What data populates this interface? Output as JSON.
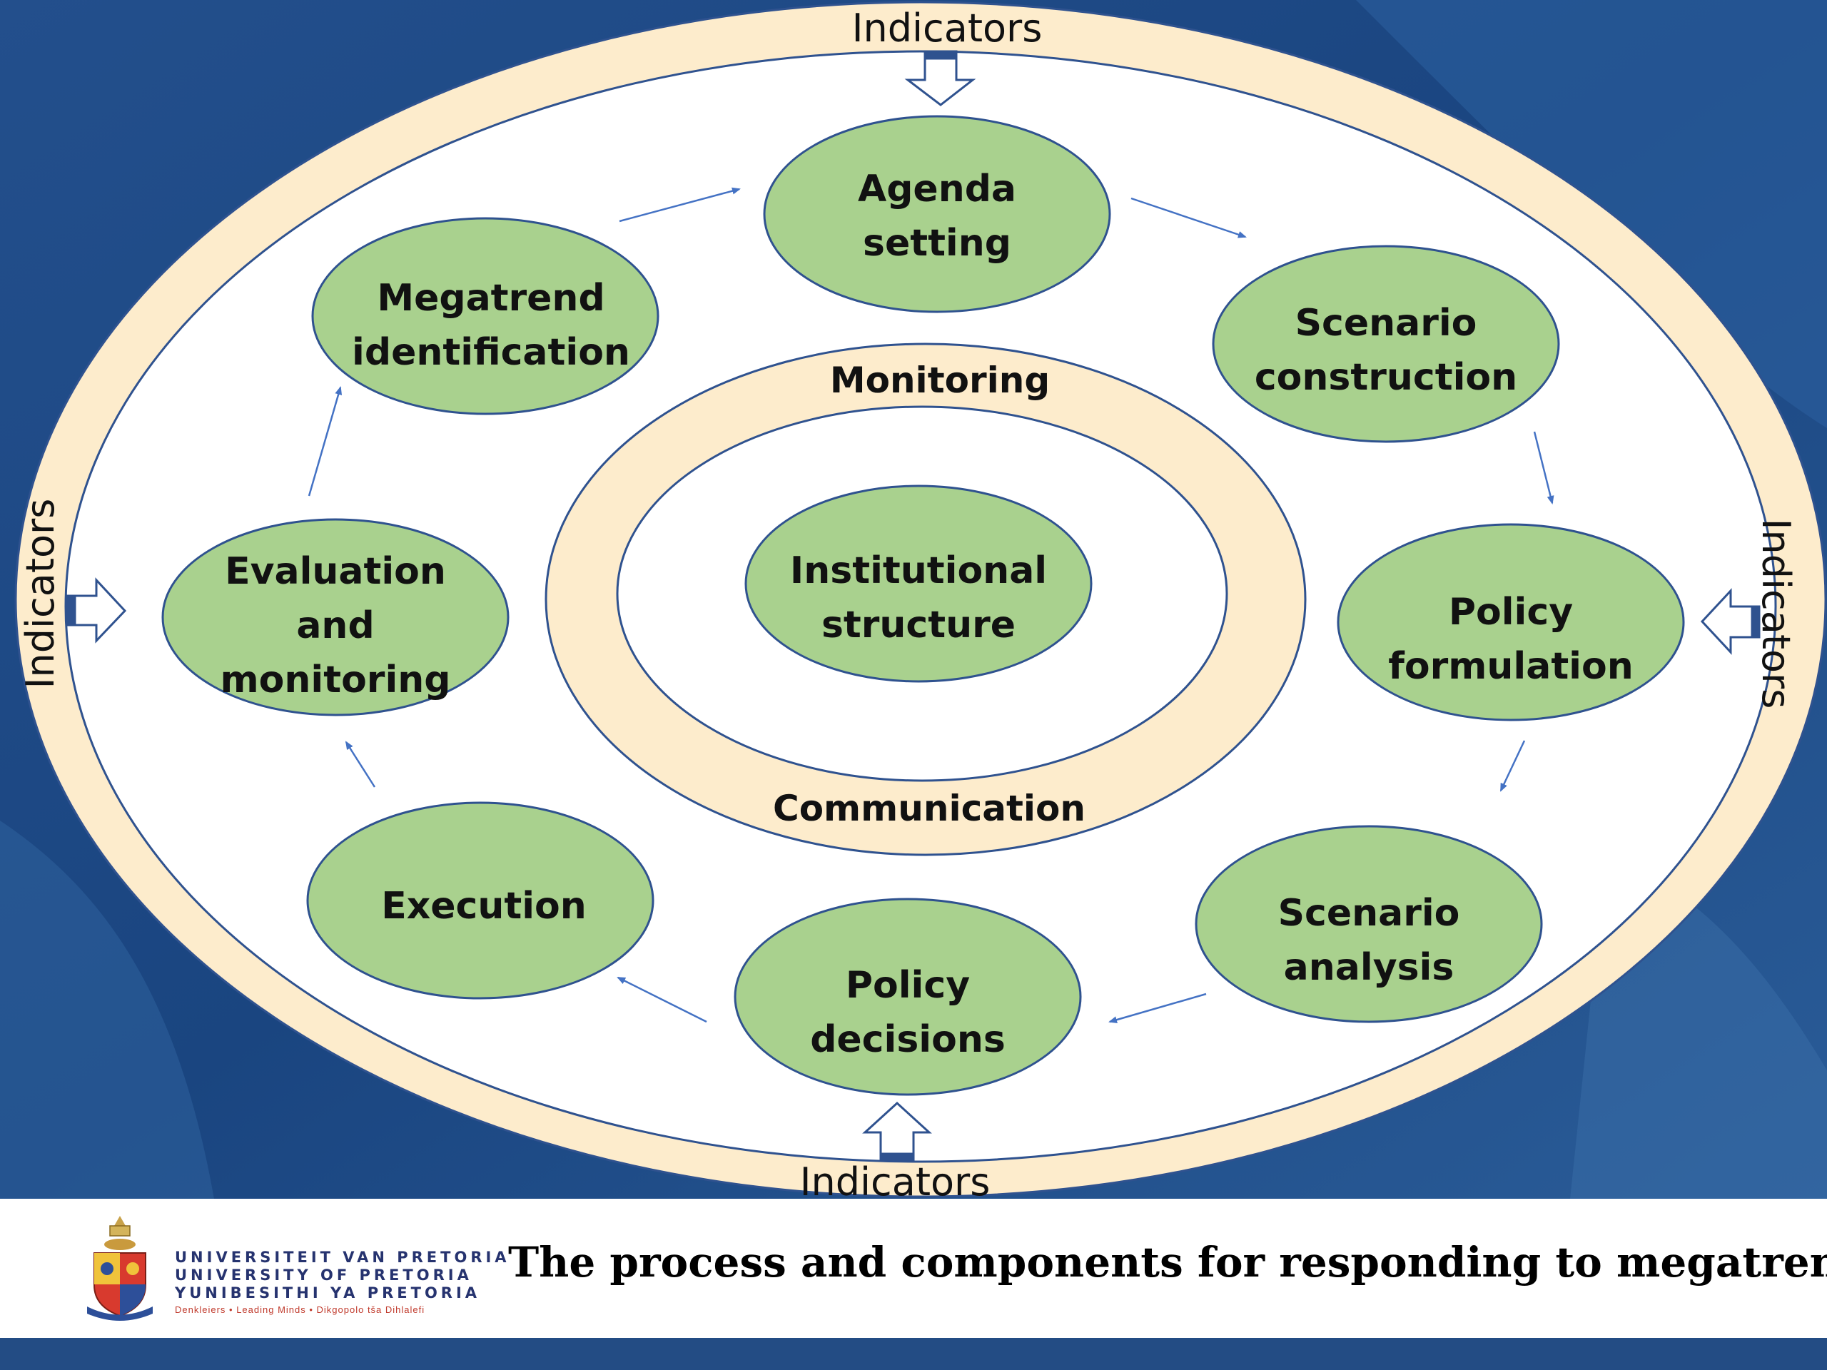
{
  "nodes": {
    "agenda_setting": [
      "Agenda",
      "setting"
    ],
    "scenario_construction": [
      "Scenario",
      "construction"
    ],
    "policy_formulation": [
      "Policy",
      "formulation"
    ],
    "scenario_analysis": [
      "Scenario",
      "analysis"
    ],
    "policy_decisions": [
      "Policy",
      "decisions"
    ],
    "execution": [
      "Execution"
    ],
    "evaluation_monitoring": [
      "Evaluation",
      "and",
      "monitoring"
    ],
    "megatrend_identification": [
      "Megatrend",
      "identification"
    ],
    "institutional_structure": [
      "Institutional",
      "structure"
    ]
  },
  "rings": {
    "top": "Monitoring",
    "bottom": "Communication"
  },
  "indicators": {
    "top": "Indicators",
    "bottom": "Indicators",
    "left": "Indicators",
    "right": "Indicators"
  },
  "footer": {
    "university_lines": [
      "UNIVERSITEIT VAN PRETORIA",
      "UNIVERSITY OF PRETORIA",
      "YUNIBESITHI YA PRETORIA"
    ],
    "motto": "Denkleiers • Leading Minds • Dikgopolo tša Dihlalefi",
    "caption": "The process and components for responding to megatrends"
  },
  "colors": {
    "background": "#1c4a86",
    "outer_ring": "#fdeccc",
    "node_fill": "#a9d18e",
    "outline": "#2f528f",
    "arrow": "#4472c4"
  }
}
